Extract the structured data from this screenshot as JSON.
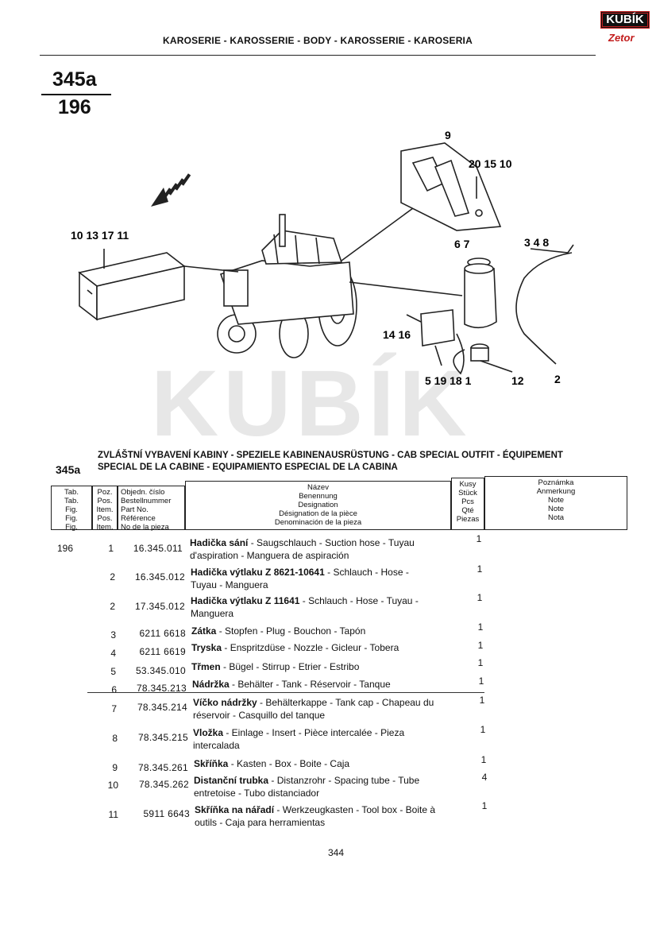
{
  "header": {
    "title": "KAROSERIE - KAROSSERIE - BODY - KAROSSERIE - KAROSERIA",
    "logo_text": "KUBÍK",
    "logo_sub": "Zetor"
  },
  "page_id": {
    "top": "345a",
    "bottom": "196"
  },
  "watermark": "KUBÍK",
  "callouts": {
    "c9": "9",
    "c20_15_10": "20 15 10",
    "c10_13_17_11": "10 13 17 11",
    "c6_7": "6  7",
    "c3_4_8": "3  4  8",
    "c14_16": "14 16",
    "c5_19_18_1": "5  19 18  1",
    "c12": "12",
    "c2": "2"
  },
  "section": {
    "code": "345a",
    "title_line1": "ZVLÁŠTNÍ VYBAVENÍ KABINY - SPEZIELE KABINENAUSRÜSTUNG - CAB SPECIAL OUTFIT - ÉQUIPEMENT",
    "title_line2": "SPECIAL DE LA CABINE - EQUIPAMIENTO ESPECIAL DE LA CABINA"
  },
  "table_headers": {
    "tab": [
      "Tab.",
      "Tab.",
      "Fig.",
      "Fig.",
      "Fig."
    ],
    "poz": [
      "Poz.",
      "Pos.",
      "Item.",
      "Pos.",
      "Item."
    ],
    "objedn": [
      "Objedn. číslo",
      "Bestellnummer",
      "Part No.",
      "Référence",
      "No de la pieza"
    ],
    "nazev": [
      "Název",
      "Benennung",
      "Designation",
      "Désignation de la pièce",
      "Denominación de la pieza"
    ],
    "kusy": [
      "Kusy",
      "Stück",
      "Pcs",
      "Qté",
      "Piezas"
    ],
    "poznamka": [
      "Poznámka",
      "Anmerkung",
      "Note",
      "Note",
      "Nota"
    ]
  },
  "table_ref": "196",
  "rows": [
    {
      "poz": "1",
      "part": "16.345.011",
      "name": "Hadička sání",
      "desc1": " - Saugschlauch - Suction hose - Tuyau",
      "desc2": "d'aspiration - Manguera de aspiración",
      "qty": "1"
    },
    {
      "poz": "2",
      "part": "16.345.012",
      "name": "Hadička výtlaku Z 8621-10641",
      "desc1": " - Schlauch - Hose -",
      "desc2": "Tuyau - Manguera",
      "qty": "1"
    },
    {
      "poz": "2",
      "part": "17.345.012",
      "name": "Hadička výtlaku Z 11641",
      "desc1": " - Schlauch - Hose - Tuyau -",
      "desc2": "Manguera",
      "qty": "1"
    },
    {
      "poz": "3",
      "part": "6211 6618",
      "name": "Zátka",
      "desc1": " - Stopfen - Plug - Bouchon - Tapón",
      "desc2": "",
      "qty": "1"
    },
    {
      "poz": "4",
      "part": "6211 6619",
      "name": "Tryska",
      "desc1": " - Enspritzdüse - Nozzle - Gicleur - Tobera",
      "desc2": "",
      "qty": "1"
    },
    {
      "poz": "5",
      "part": "53.345.010",
      "name": "Třmen",
      "desc1": " - Bügel - Stirrup - Etrier - Estribo",
      "desc2": "",
      "qty": "1"
    },
    {
      "poz": "6",
      "part": "78.345.213",
      "name": "Nádržka",
      "desc1": " - Behälter - Tank - Réservoir - Tanque",
      "desc2": "",
      "qty": "1"
    },
    {
      "poz": "7",
      "part": "78.345.214",
      "name": "Víčko nádržky",
      "desc1": " - Behälterkappe - Tank cap - Chapeau du",
      "desc2": "réservoir - Casquillo del tanque",
      "qty": "1"
    },
    {
      "poz": "8",
      "part": "78.345.215",
      "name": "Vložka",
      "desc1": " - Einlage - Insert - Pièce intercalée - Pieza",
      "desc2": "intercalada",
      "qty": "1"
    },
    {
      "poz": "9",
      "part": "78.345.261",
      "name": "Skříňka",
      "desc1": " - Kasten - Box - Boite - Caja",
      "desc2": "",
      "qty": "1"
    },
    {
      "poz": "10",
      "part": "78.345.262",
      "name": "Distanční trubka",
      "desc1": " - Distanzrohr - Spacing tube - Tube",
      "desc2": "entretoise - Tubo distanciador",
      "qty": "4"
    },
    {
      "poz": "11",
      "part": "5911 6643",
      "name": "Skříňka na nářadí",
      "desc1": " - Werkzeugkasten - Tool box - Boite à",
      "desc2": "outils - Caja para herramientas",
      "qty": "1"
    }
  ],
  "page_number": "344"
}
